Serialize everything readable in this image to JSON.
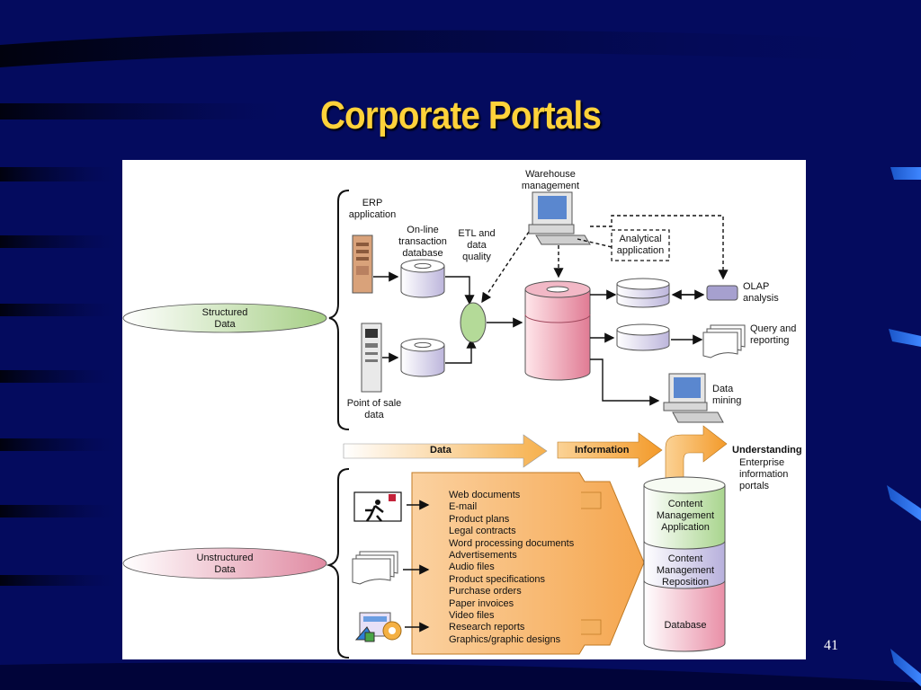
{
  "slide": {
    "title": "Corporate Portals",
    "page_number": "41"
  },
  "diagram": {
    "structured": {
      "ellipse_label": "Structured\nData",
      "erp_label": "ERP\napplication",
      "oltp_label": "On-line\ntransaction\ndatabase",
      "etl_label": "ETL and\ndata\nquality",
      "pos_label": "Point of sale\ndata",
      "warehouse_mgmt_label": "Warehouse\nmanagement",
      "analytical_label": "Analytical\napplication",
      "olap_label": "OLAP\nanalysis",
      "query_label": "Query and\nreporting",
      "mining_label": "Data\nmining"
    },
    "flow": {
      "data_label": "Data",
      "information_label": "Information",
      "understanding_label": "Understanding",
      "portals_label": "Enterprise\ninformation\nportals"
    },
    "unstructured": {
      "ellipse_label": "Unstructured\nData",
      "documents": [
        "Web documents",
        "E-mail",
        "Product plans",
        "Legal contracts",
        "Word processing documents",
        "Advertisements",
        "Audio files",
        "Product specifications",
        "Purchase orders",
        "Paper invoices",
        "Video files",
        "Research reports",
        "Graphics/graphic designs"
      ],
      "stack": {
        "top_label": "Content\nManagement\nApplication",
        "middle_label": "Content\nManagement\nReposition",
        "bottom_label": "Database"
      }
    }
  }
}
